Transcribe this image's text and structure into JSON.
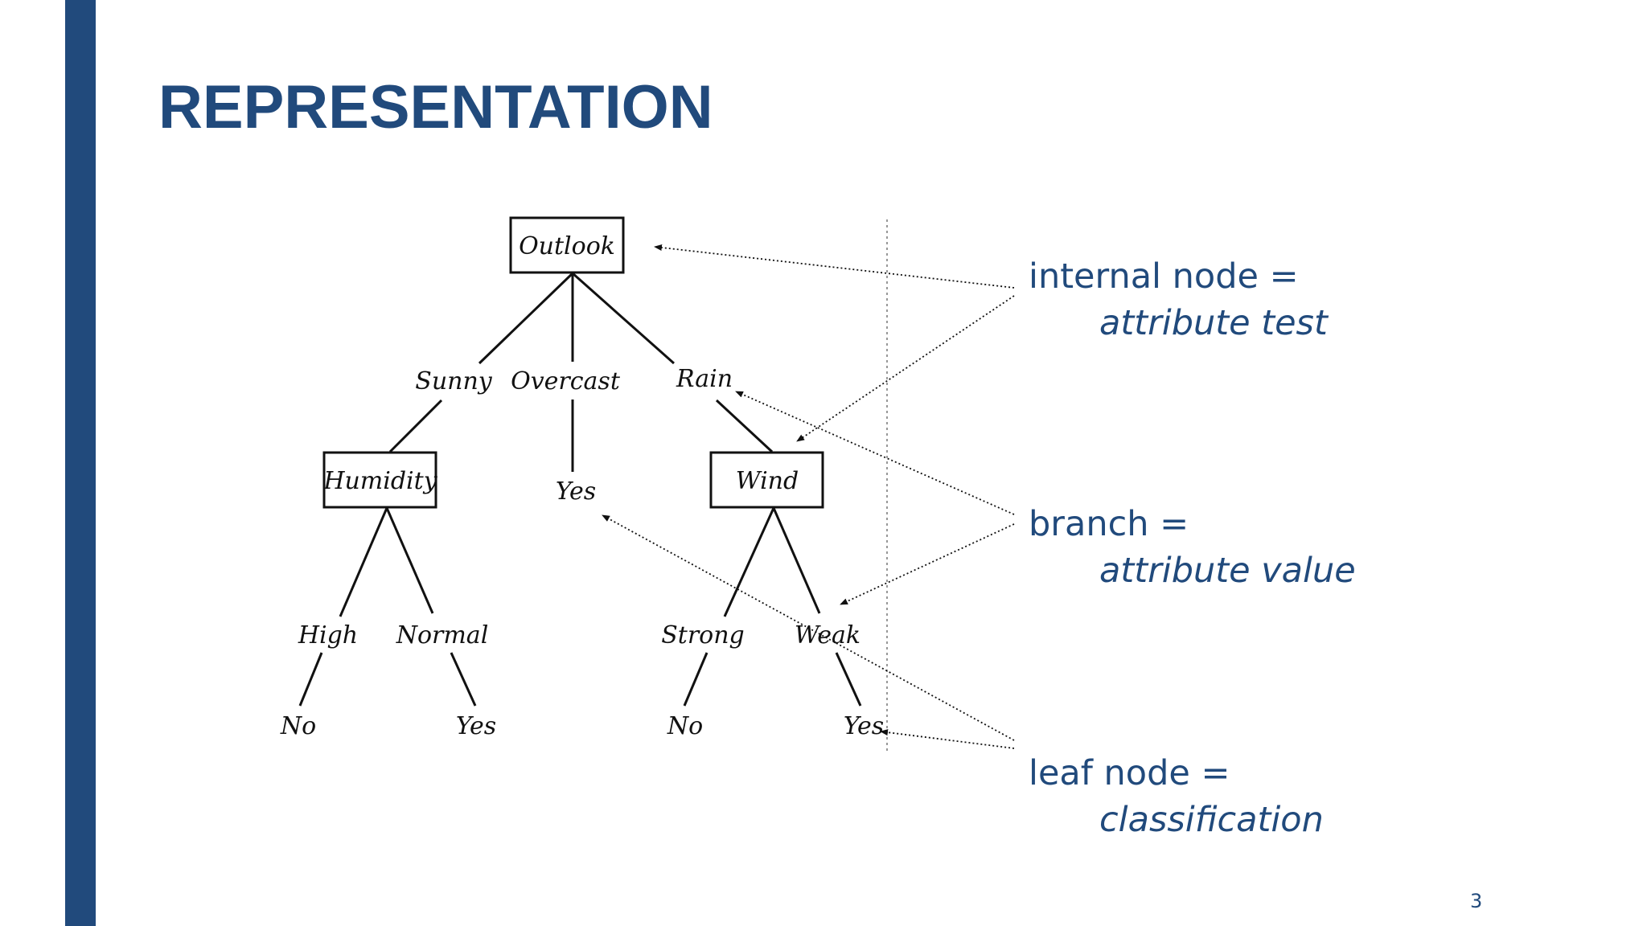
{
  "slide": {
    "title": "REPRESENTATION",
    "page_number": "3"
  },
  "tree": {
    "nodes": {
      "outlook": "Outlook",
      "humidity": "Humidity",
      "wind": "Wind"
    },
    "branches": {
      "sunny": "Sunny",
      "overcast": "Overcast",
      "rain": "Rain",
      "high": "High",
      "normal": "Normal",
      "strong": "Strong",
      "weak": "Weak"
    },
    "leaves": {
      "overcast_yes": "Yes",
      "high_no": "No",
      "normal_yes": "Yes",
      "strong_no": "No",
      "weak_yes": "Yes"
    }
  },
  "legend": {
    "internal": {
      "line1": "internal node =",
      "line2": "attribute test"
    },
    "branch": {
      "line1": "branch =",
      "line2": "attribute value"
    },
    "leaf": {
      "line1": "leaf node =",
      "line2": "classification"
    }
  },
  "colors": {
    "accent": "#214a7c",
    "ink": "#111111"
  }
}
